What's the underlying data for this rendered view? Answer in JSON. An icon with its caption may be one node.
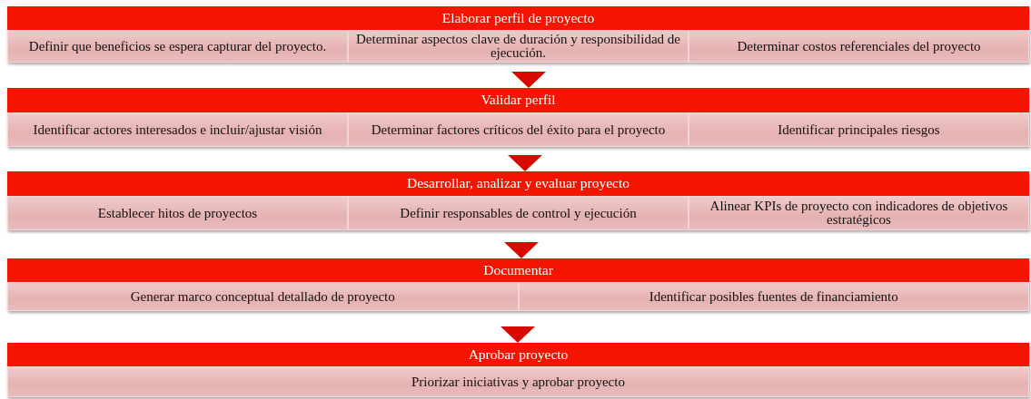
{
  "diagram": {
    "nodes": [
      {
        "text": [
          "Elaborar perfil de proyecto"
        ]
      },
      {
        "text": [
          "Definir que beneficios se espera capturar del proyecto."
        ],
        "in": 0
      },
      {
        "text": [
          "Determinar aspectos clave de duración y responsibilidad de ejecución."
        ],
        "in": 0
      },
      {
        "text": [
          "Determinar costos referenciales del proyecto"
        ],
        "in": 0
      },
      {
        "text": [
          "Validar perfil"
        ]
      },
      {
        "text": [
          "Identificar actores interesados e incluir/ajustar visión"
        ],
        "in": 4
      },
      {
        "text": [
          "Determinar factores críticos del éxito para el proyecto"
        ],
        "in": 4
      },
      {
        "text": [
          "Identificar principales riesgos"
        ],
        "in": 4
      },
      {
        "text": [
          "Desarrollar, analizar y evaluar proyecto"
        ]
      },
      {
        "text": [
          "Establecer hitos de proyectos"
        ],
        "in": 8
      },
      {
        "text": [
          "Definir responsables de control y ejecución"
        ],
        "in": 8
      },
      {
        "text": [
          "Alinear KPIs de proyecto con indicadores de objetivos estratégicos"
        ],
        "in": 8
      },
      {
        "text": [
          "Documentar"
        ]
      },
      {
        "text": [
          "Generar marco conceptual detallado de proyecto"
        ],
        "in": 12
      },
      {
        "text": [
          "Identificar posibles fuentes de financiamiento"
        ],
        "in": 12
      },
      {
        "text": [
          "Aprobar proyecto"
        ]
      },
      {
        "text": [
          "Priorizar iniciativas y aprobar proyecto"
        ],
        "in": 15
      }
    ],
    "edges": [
      {
        "from": 0,
        "to": 4,
        "arrow": "to"
      },
      {
        "from": 4,
        "to": 8,
        "arrow": "to"
      },
      {
        "from": 8,
        "to": 12,
        "arrow": "to"
      },
      {
        "from": 12,
        "to": 15,
        "arrow": "to"
      }
    ]
  }
}
